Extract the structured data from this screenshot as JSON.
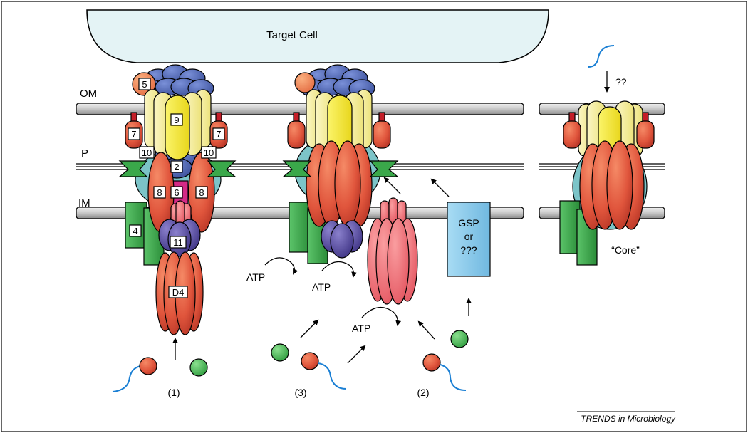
{
  "target_cell": {
    "label": "Target Cell"
  },
  "membranes": {
    "om": "OM",
    "p": "P",
    "im": "IM"
  },
  "components": {
    "c5": "5",
    "c9": "9",
    "c7_left": "7",
    "c7_right": "7",
    "c10_left": "10",
    "c10_right": "10",
    "c2": "2",
    "c8_left": "8",
    "c6": "6",
    "c8_right": "8",
    "c4": "4",
    "c11": "11",
    "cD4": "D4"
  },
  "labels": {
    "atp_1": "ATP",
    "atp_2": "ATP",
    "atp_3": "ATP",
    "gsp_line1": "GSP",
    "gsp_line2": "or",
    "gsp_line3": "???",
    "unknown": "??",
    "core": "“Core”",
    "route_1": "(1)",
    "route_3": "(3)",
    "route_2": "(2)"
  },
  "credit": "TRENDS in Microbiology",
  "colors": {
    "membrane": "#c8c8c8",
    "target_cell": "#e4f3f5",
    "blue_subunit": "#4a64b0",
    "yellow_pale": "#f8f2a0",
    "yellow_bright": "#f5e82a",
    "red_oval": "#e0553c",
    "teal": "#7cc4c8",
    "green": "#3aa84a",
    "magenta": "#d42a86",
    "pink": "#f07e86",
    "purple": "#5a4ea0",
    "gsp_box": "#86c8ea"
  }
}
